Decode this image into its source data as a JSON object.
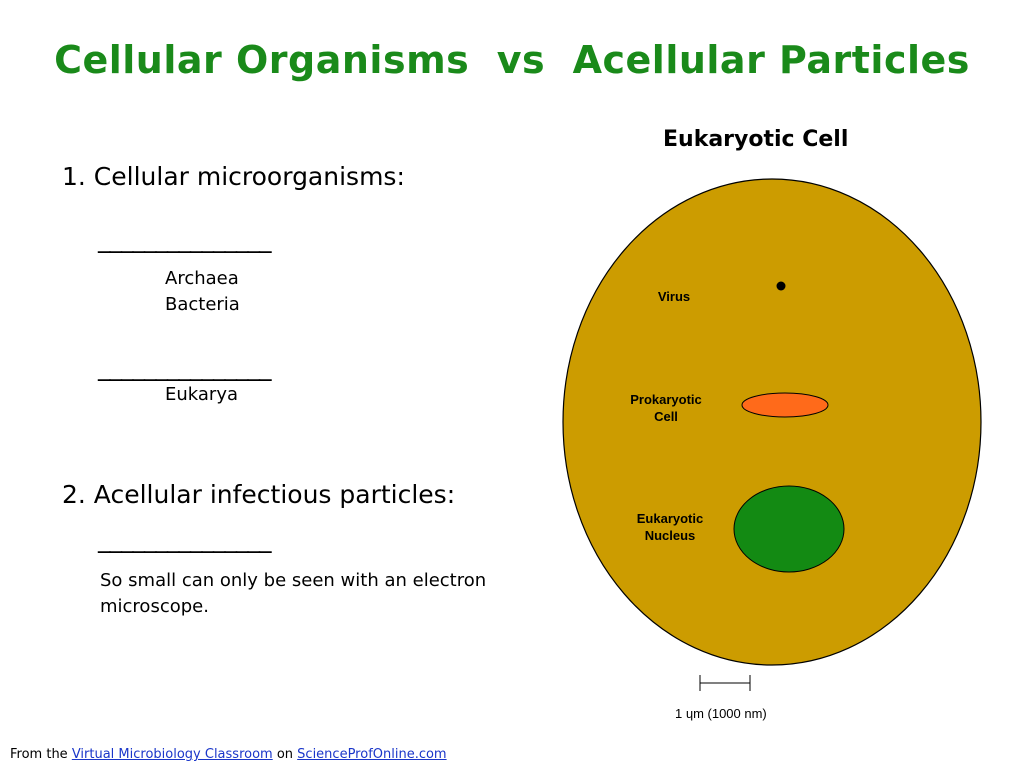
{
  "title": "Cellular Organisms  vs  Acellular Particles",
  "left": {
    "section1": {
      "heading": "1. Cellular microorganisms:",
      "blank1": "_______________",
      "group1_items": [
        "Archaea",
        "Bacteria"
      ],
      "blank2": "_______________",
      "group2_items": [
        "Eukarya"
      ]
    },
    "section2": {
      "heading": "2. Acellular infectious particles:",
      "blank": "_______________",
      "note": "So small can only be seen with an electron microscope."
    }
  },
  "diagram": {
    "title": "Eukaryotic Cell",
    "labels": {
      "virus": "Virus",
      "prokaryotic_line1": "Prokaryotic",
      "prokaryotic_line2": "Cell",
      "nucleus_line1": "Eukaryotic",
      "nucleus_line2": "Nucleus"
    },
    "colors": {
      "eukaryotic_cell": "#cc9c00",
      "prokaryotic_cell": "#ff6a1a",
      "nucleus": "#138a13",
      "virus": "#000000"
    },
    "scale_label": "1 ɥm (1000 nm)"
  },
  "footer": {
    "prefix": "From the ",
    "link1": "Virtual Microbiology Classroom",
    "middle": " on ",
    "link2": "ScienceProfOnline.com"
  }
}
